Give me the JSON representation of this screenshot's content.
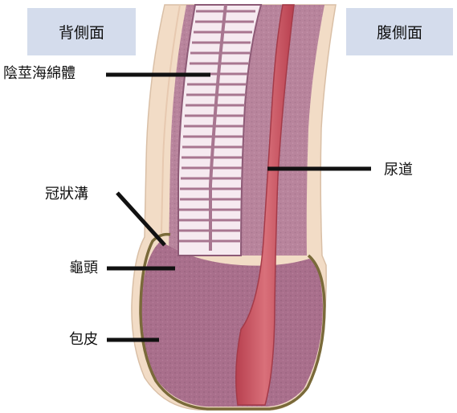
{
  "view_tags": {
    "dorsal": "背側面",
    "ventral": "腹側面"
  },
  "labels": {
    "corpus_cavernosum": "陰莖海綿體",
    "urethra": "尿道",
    "corona": "冠狀溝",
    "glans": "龜頭",
    "foreskin": "包皮"
  },
  "colors": {
    "skin": "#f2dcc6",
    "foreskin_line": "#7a6a3a",
    "tissue": "#b8849c",
    "sinus_fill": "#f6eaf0",
    "urethra": "#c8505e",
    "tag_bg": "#d4dcec",
    "leader": "#111111"
  }
}
